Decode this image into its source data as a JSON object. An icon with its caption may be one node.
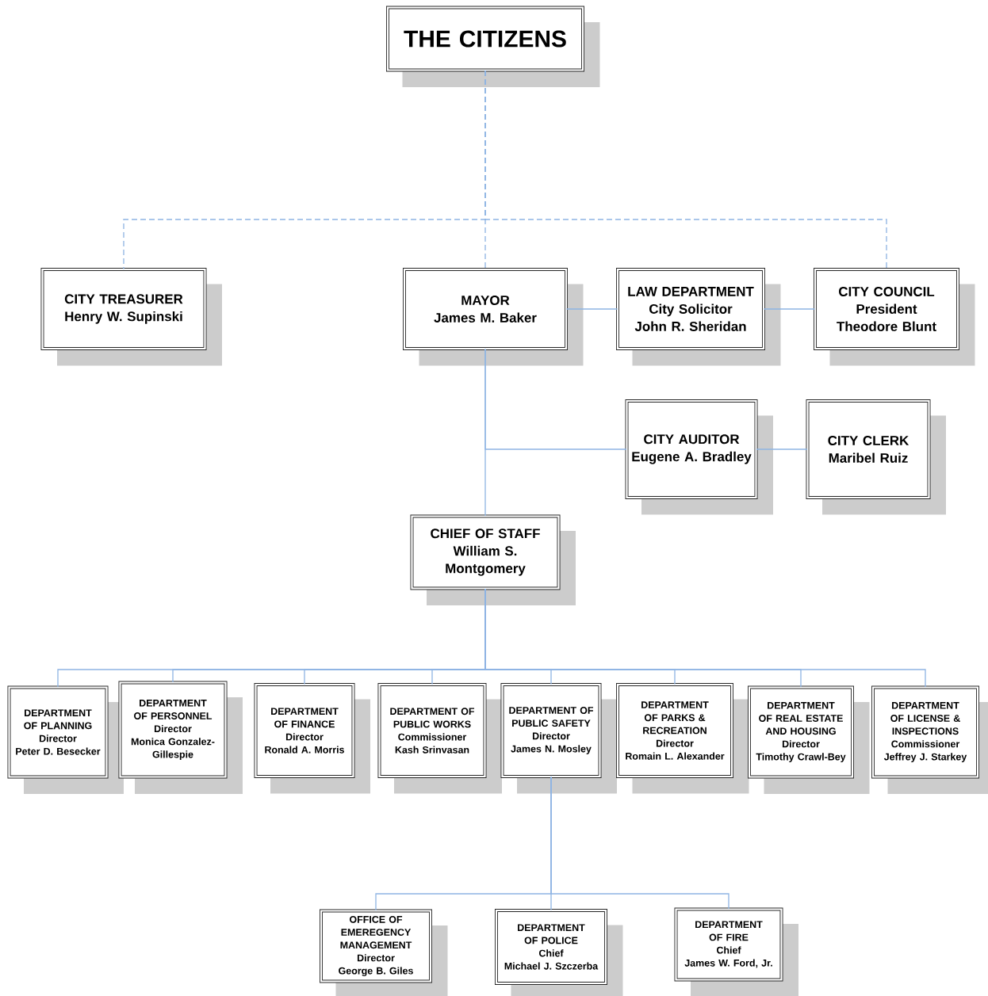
{
  "diagram": {
    "nodes": [
      {
        "text": [
          "THE CITIZENS"
        ]
      },
      {
        "text": [
          "CITY TREASURER",
          "Henry W. Supinski"
        ]
      },
      {
        "text": [
          "MAYOR",
          "James M. Baker"
        ]
      },
      {
        "text": [
          "LAW DEPARTMENT",
          "City Solicitor",
          "John R. Sheridan"
        ]
      },
      {
        "text": [
          "CITY COUNCIL",
          "President",
          "Theodore Blunt"
        ]
      },
      {
        "text": [
          "CITY AUDITOR",
          "Eugene A. Bradley"
        ]
      },
      {
        "text": [
          "CITY CLERK",
          "Maribel Ruiz"
        ]
      },
      {
        "text": [
          "CHIEF OF STAFF",
          "William S. Montgomery"
        ]
      },
      {
        "text": [
          "DEPARTMENT OF PLANNING",
          "Director",
          "Peter D. Besecker"
        ]
      },
      {
        "text": [
          "DEPARTMENT OF PERSONNEL",
          "Director",
          "Monica Gonzalez-Gillespie"
        ]
      },
      {
        "text": [
          "DEPARTMENT OF FINANCE",
          "Director",
          "Ronald A. Morris"
        ]
      },
      {
        "text": [
          "DEPARTMENT OF PUBLIC WORKS",
          "Commissioner",
          "Kash Srinvasan"
        ]
      },
      {
        "text": [
          "DEPARTMENT OF PUBLIC SAFETY",
          "Director",
          "James N. Mosley"
        ]
      },
      {
        "text": [
          "DEPARTMENT OF PARKS & RECREATION",
          "Director",
          "Romain L. Alexander"
        ]
      },
      {
        "text": [
          "DEPARTMENT OF REAL ESTATE AND HOUSING",
          "Director",
          "Timothy Crawl-Bey"
        ]
      },
      {
        "text": [
          "DEPARTMENT OF LICENSE & INSPECTIONS",
          "Commissioner",
          "Jeffrey J. Starkey"
        ]
      },
      {
        "text": [
          "OFFICE OF EMEREGENCY MANAGEMENT",
          "Director",
          "George B. Giles"
        ]
      },
      {
        "text": [
          "DEPARTMENT OF POLICE",
          "Chief",
          "Michael J. Szczerba"
        ]
      },
      {
        "text": [
          "DEPARTMENT OF FIRE",
          "Chief",
          "James W. Ford, Jr."
        ]
      }
    ],
    "edges": [
      {
        "from": 0,
        "to": 1,
        "arrow": "none",
        "style": "dashed"
      },
      {
        "from": 0,
        "to": 2,
        "arrow": "none",
        "style": "dashed"
      },
      {
        "from": 0,
        "to": 4,
        "arrow": "none",
        "style": "dashed"
      },
      {
        "from": 2,
        "to": 3,
        "arrow": "none"
      },
      {
        "from": 3,
        "to": 4,
        "arrow": "none"
      },
      {
        "from": 2,
        "to": 5,
        "arrow": "none"
      },
      {
        "from": 5,
        "to": 6,
        "arrow": "none"
      },
      {
        "from": 2,
        "to": 7,
        "arrow": "none"
      },
      {
        "from": 7,
        "to": 8,
        "arrow": "none"
      },
      {
        "from": 7,
        "to": 9,
        "arrow": "none"
      },
      {
        "from": 7,
        "to": 10,
        "arrow": "none"
      },
      {
        "from": 7,
        "to": 11,
        "arrow": "none"
      },
      {
        "from": 7,
        "to": 12,
        "arrow": "none"
      },
      {
        "from": 7,
        "to": 13,
        "arrow": "none"
      },
      {
        "from": 7,
        "to": 14,
        "arrow": "none"
      },
      {
        "from": 7,
        "to": 15,
        "arrow": "none"
      },
      {
        "from": 12,
        "to": 16,
        "arrow": "none"
      },
      {
        "from": 12,
        "to": 17,
        "arrow": "none"
      },
      {
        "from": 12,
        "to": 18,
        "arrow": "none"
      }
    ]
  }
}
